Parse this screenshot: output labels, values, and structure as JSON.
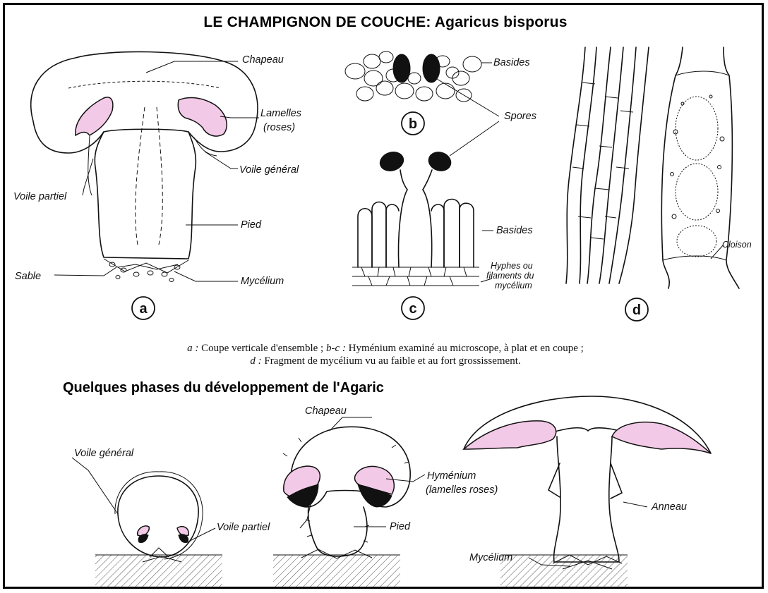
{
  "title": "LE CHAMPIGNON DE COUCHE: Agaricus bisporus",
  "subtitle": "Quelques phases du développement de l'Agaric",
  "caption": {
    "line1_a": "a :",
    "line1_b": " Coupe verticale d'ensemble ; ",
    "line1_c": "b-c :",
    "line1_d": " Hyménium examiné au microscope, à plat et en coupe ;",
    "line2_a": "d :",
    "line2_b": " Fragment de mycélium vu au faible et au fort grossissement."
  },
  "figure_letters": {
    "a": "a",
    "b": "b",
    "c": "c",
    "d": "d"
  },
  "labels_a": {
    "chapeau": "Chapeau",
    "lamelles1": "Lamelles",
    "lamelles2": "(roses)",
    "voile_general": "Voile général",
    "voile_partiel": "Voile partiel",
    "pied": "Pied",
    "sable": "Sable",
    "mycelium": "Mycélium"
  },
  "labels_bc": {
    "basides_b": "Basides",
    "spores": "Spores",
    "basides_c": "Basides",
    "hyphes1": "Hyphes ou",
    "hyphes2": "filaments du",
    "hyphes3": "mycélium"
  },
  "labels_d": {
    "cloison": "Cloison"
  },
  "labels_dev": {
    "voile_general": "Voile général",
    "voile_partiel": "Voile partiel",
    "chapeau": "Chapeau",
    "hymenium1": "Hyménium",
    "hymenium2": "(lamelles roses)",
    "pied": "Pied",
    "anneau": "Anneau",
    "mycelium": "Mycélium"
  },
  "colors": {
    "lamelles": "#f2c9e6",
    "ink": "#111111",
    "frame": "#000000"
  }
}
